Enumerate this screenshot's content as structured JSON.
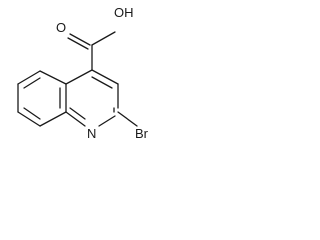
{
  "molecule": {
    "atoms": {
      "oh": "OH",
      "o": "O",
      "n": "N",
      "br": "Br"
    }
  }
}
